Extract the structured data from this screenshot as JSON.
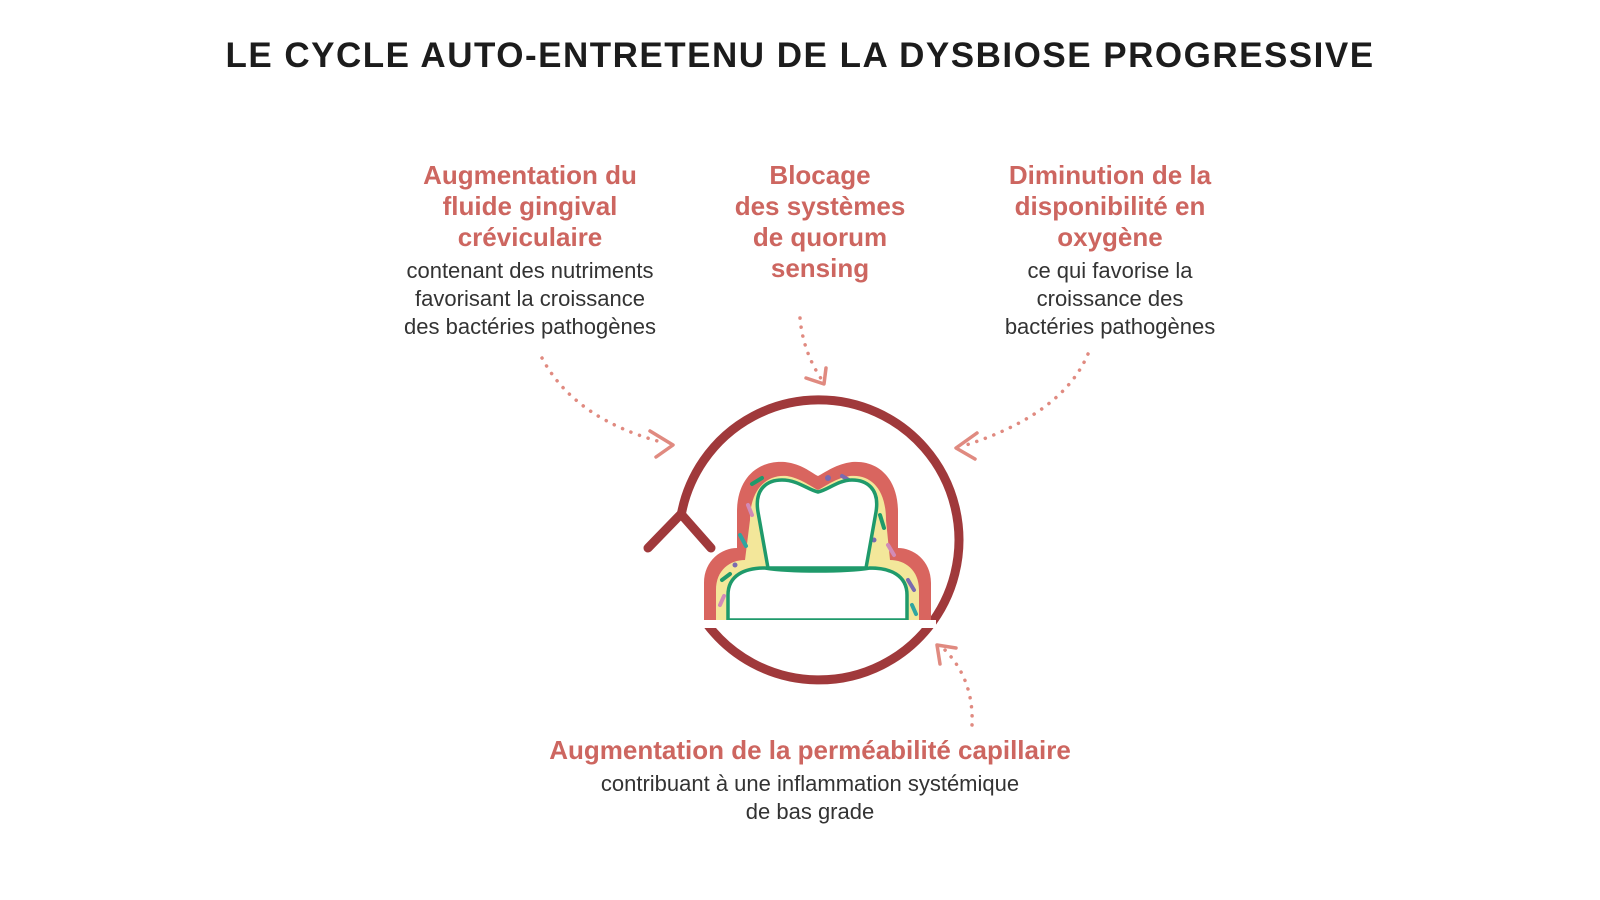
{
  "title": "LE CYCLE AUTO-ENTRETENU DE LA DYSBIOSE PROGRESSIVE",
  "factors": [
    {
      "heading": "Augmentation du\nfluide gingival\ncréviculaire",
      "description": "contenant des nutriments\nfavorisant la croissance\ndes bactéries pathogènes"
    },
    {
      "heading": "Blocage\ndes systèmes\nde quorum\nsensing",
      "description": ""
    },
    {
      "heading": "Diminution de la\ndisponibilité en\noxygène",
      "description": "ce qui favorise la\ncroissance des\nbactéries pathogènes"
    },
    {
      "heading": "Augmentation de la perméabilité capillaire",
      "description": "contribuant à une inflammation systémique\nde bas grade"
    }
  ],
  "colors": {
    "heading": "#cd6660",
    "text": "#333333",
    "title": "#1c1c1c",
    "cycle": "#a0393b",
    "dotted_arrow": "#e08a80",
    "tooth_outline": "#1f9a6b",
    "gum": "#d9655f",
    "biofilm": "#f3e79a"
  },
  "icons": [
    "cycle-arrow-icon",
    "tooth-icon",
    "dotted-arrow-icon"
  ]
}
